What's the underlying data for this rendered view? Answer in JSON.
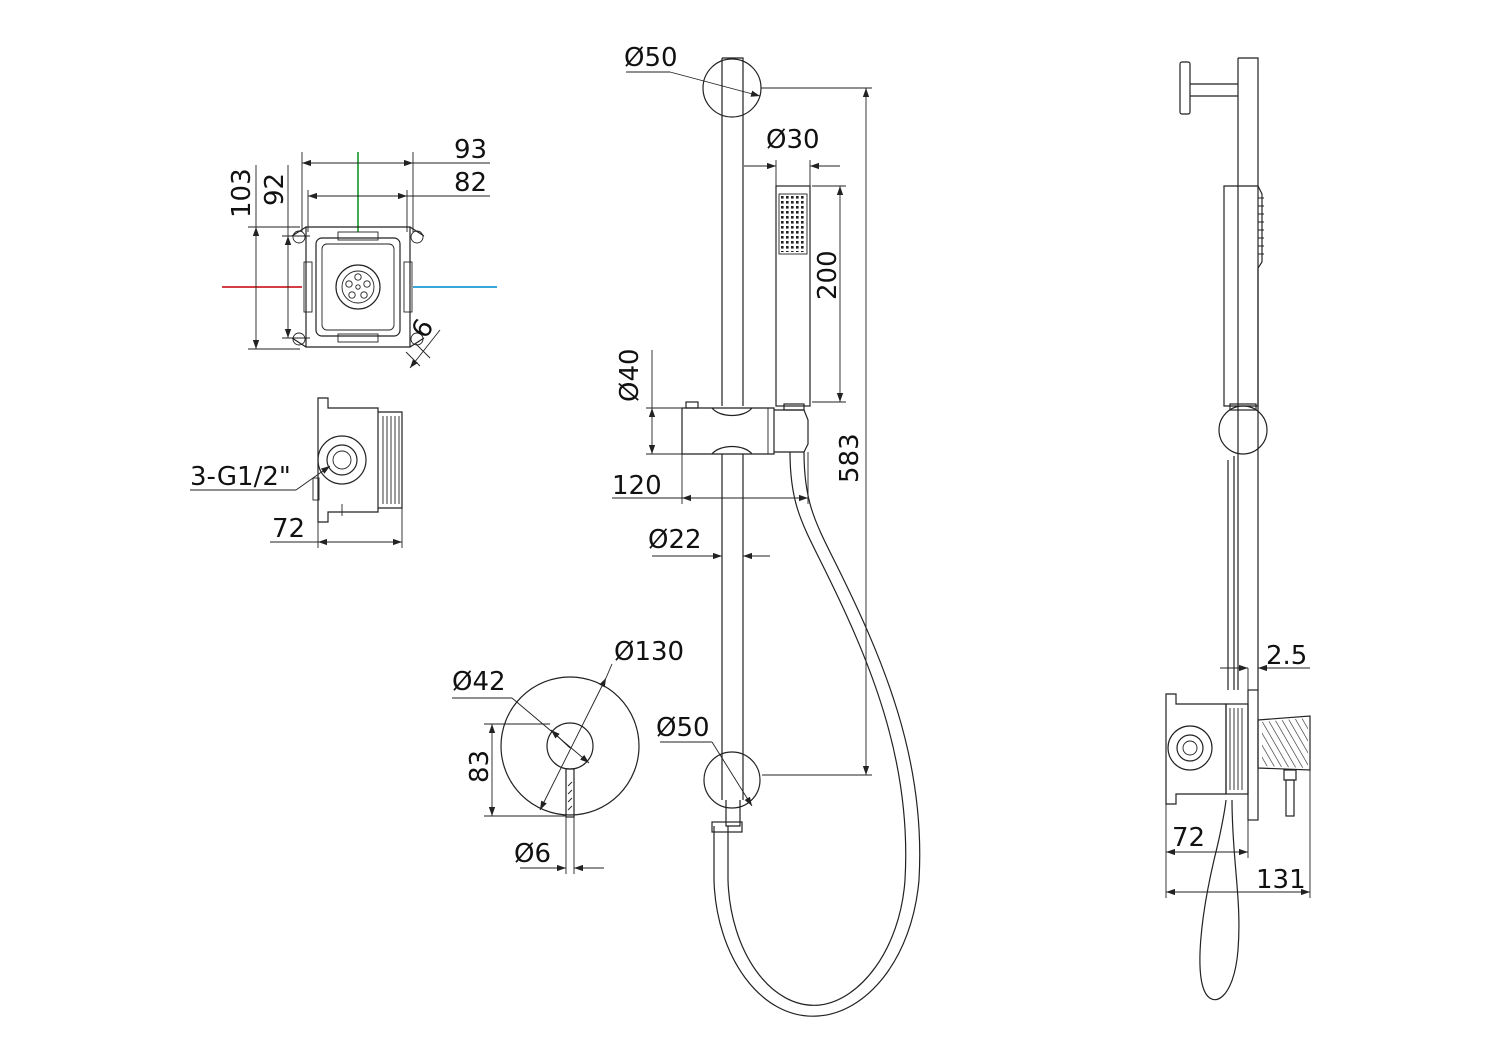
{
  "colors": {
    "line": "#222222",
    "text": "#111111",
    "hot_pipe": "#d0202a",
    "cold_pipe": "#1a9ad6",
    "vertical_axis": "#2aa33a",
    "background": "#ffffff"
  },
  "dimensions": {
    "box_width_outer": "93",
    "box_width_inner": "82",
    "box_height_outer": "103",
    "box_height_inner": "92",
    "box_flange": "6",
    "inlets": "3-G1/2\"",
    "box_depth": "72",
    "plate_diameter": "Ø130",
    "handle_diameter": "Ø42",
    "plate_offset": "83",
    "lever_diameter": "Ø6",
    "top_bracket_diameter": "Ø50",
    "handpiece_diameter": "Ø30",
    "handpiece_length": "200",
    "holder_diameter": "Ø40",
    "holder_projection": "120",
    "rail_length": "583",
    "rail_diameter": "Ø22",
    "bottom_bracket_diameter": "Ø50",
    "side_gap": "2.5",
    "side_box_depth": "72",
    "side_total_depth": "131"
  }
}
